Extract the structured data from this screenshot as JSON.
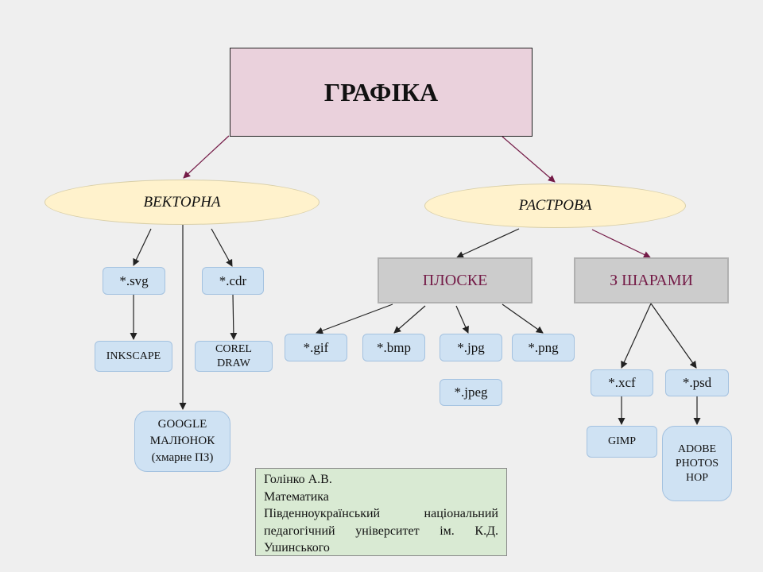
{
  "diagram": {
    "title": "ГРАФІКА",
    "branches": {
      "vector": {
        "label": "ВЕКТОРНА",
        "formats": [
          {
            "ext": "*.svg",
            "program": "INKSCAPE"
          },
          {
            "ext": "*.cdr",
            "program_lines": [
              "COREL",
              "DRAW"
            ]
          }
        ],
        "google": {
          "lines": [
            "GOOGLE",
            "МАЛЮНОК",
            "(хмарне ПЗ)"
          ]
        }
      },
      "raster": {
        "label": "РАСТРОВА",
        "flat": {
          "label": "ПЛОСКЕ",
          "formats": [
            "*.gif",
            "*.bmp",
            "*.jpg",
            "*.png",
            "*.jpeg"
          ]
        },
        "layered": {
          "label": "З ШАРАМИ",
          "formats": [
            {
              "ext": "*.xcf",
              "program": "GIMP"
            },
            {
              "ext": "*.psd",
              "program_lines": [
                "ADOBE",
                "PHOTOS",
                "HOP"
              ]
            }
          ]
        }
      }
    }
  },
  "author_box": {
    "lines": [
      "Голінко А.В.",
      "Математика",
      "Південноукраїнський національний",
      "педагогічний університет ім. К.Д.",
      "Ушинського"
    ]
  },
  "colors": {
    "title_fill": "#ead1dc",
    "ellipse_fill": "#fff2cc",
    "category_fill": "#cccccc",
    "category_text": "#741b47",
    "format_fill": "#cfe2f3",
    "info_fill": "#d9ead3",
    "arrow_dark": "#222222",
    "arrow_maroon": "#741b47"
  }
}
